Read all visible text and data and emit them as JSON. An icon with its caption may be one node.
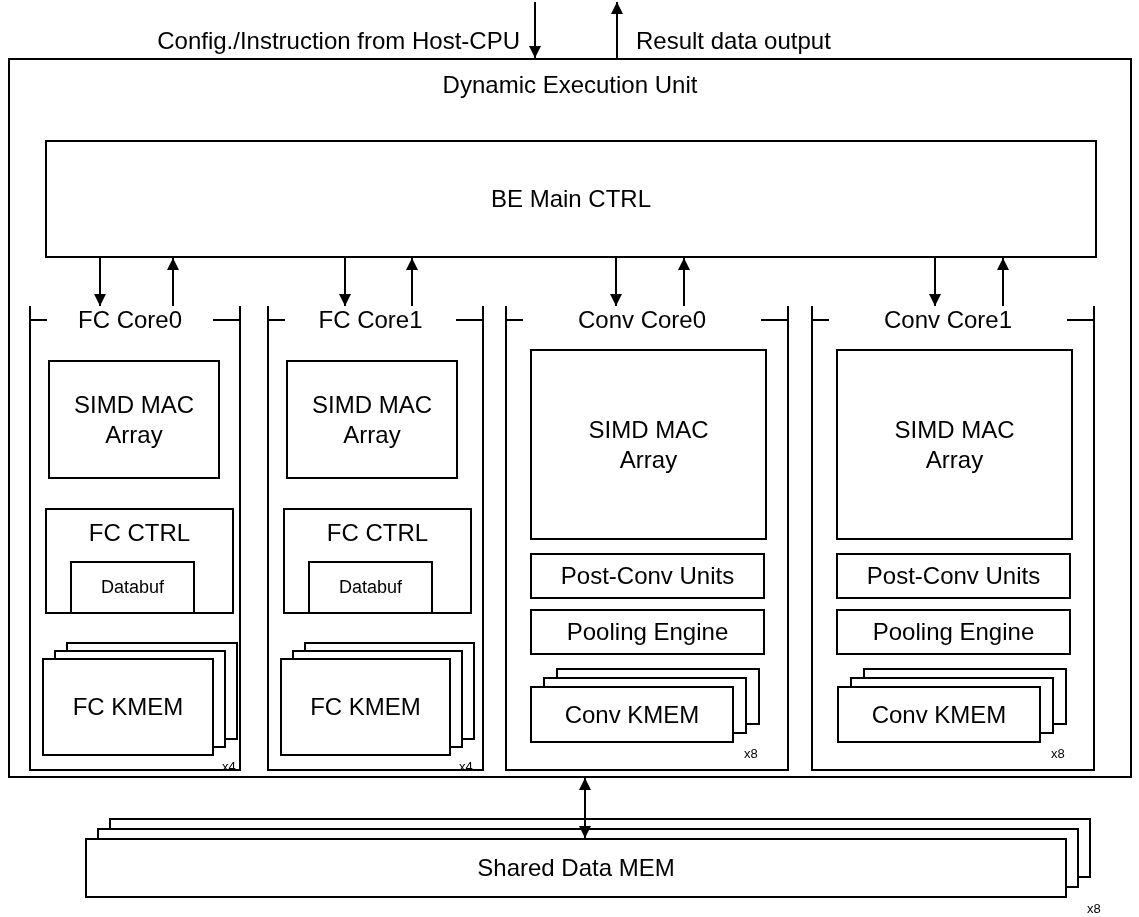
{
  "diagram": {
    "nodes": [
      {
        "text": [
          "Dynamic Execution Unit"
        ]
      },
      {
        "text": [
          "BE Main CTRL"
        ],
        "in": 0
      },
      {
        "text": [
          "FC Core0"
        ],
        "in": 0
      },
      {
        "text": [
          "SIMD MAC Array"
        ],
        "in": 2
      },
      {
        "text": [
          "FC CTRL"
        ],
        "in": 2
      },
      {
        "text": [
          "Databuf"
        ],
        "in": 4
      },
      {
        "text": [
          "FC KMEM"
        ],
        "in": 2,
        "beside": [
          "x4"
        ]
      },
      {
        "text": [
          "FC Core1"
        ],
        "in": 0
      },
      {
        "text": [
          "SIMD MAC Array"
        ],
        "in": 7
      },
      {
        "text": [
          "FC CTRL"
        ],
        "in": 7
      },
      {
        "text": [
          "Databuf"
        ],
        "in": 9
      },
      {
        "text": [
          "FC KMEM"
        ],
        "in": 7,
        "beside": [
          "x4"
        ]
      },
      {
        "text": [
          "Conv Core0"
        ],
        "in": 0
      },
      {
        "text": [
          "SIMD MAC Array"
        ],
        "in": 12
      },
      {
        "text": [
          "Post-Conv Units"
        ],
        "in": 12
      },
      {
        "text": [
          "Pooling Engine"
        ],
        "in": 12
      },
      {
        "text": [
          "Conv KMEM"
        ],
        "in": 12,
        "beside": [
          "x8"
        ]
      },
      {
        "text": [
          "Conv Core1"
        ],
        "in": 0
      },
      {
        "text": [
          "SIMD MAC Array"
        ],
        "in": 17
      },
      {
        "text": [
          "Post-Conv Units"
        ],
        "in": 17
      },
      {
        "text": [
          "Pooling Engine"
        ],
        "in": 17
      },
      {
        "text": [
          "Conv KMEM"
        ],
        "in": 17,
        "beside": [
          "x8"
        ]
      },
      {
        "text": [
          "Shared Data MEM"
        ],
        "beside": [
          "x8"
        ]
      }
    ],
    "edges": [
      {
        "from": null,
        "to": 0,
        "arrow": "to"
      },
      {
        "from": 0,
        "to": null,
        "arrow": "to"
      },
      {
        "from": 1,
        "to": 2,
        "arrow": "to"
      },
      {
        "from": 2,
        "to": 1,
        "arrow": "to"
      },
      {
        "from": 1,
        "to": 7,
        "arrow": "to"
      },
      {
        "from": 7,
        "to": 1,
        "arrow": "to"
      },
      {
        "from": 1,
        "to": 12,
        "arrow": "to"
      },
      {
        "from": 12,
        "to": 1,
        "arrow": "to"
      },
      {
        "from": 1,
        "to": 17,
        "arrow": "to"
      },
      {
        "from": 17,
        "to": 1,
        "arrow": "to"
      },
      {
        "from": 0,
        "to": 22,
        "arrow": "both"
      }
    ],
    "labels": [
      "Config./Instruction from Host-CPU",
      "Result data output"
    ]
  }
}
